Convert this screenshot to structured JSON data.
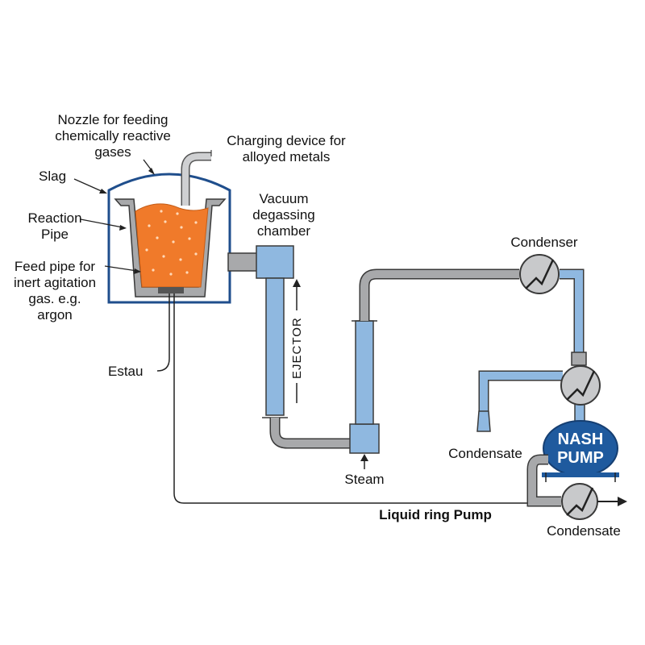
{
  "colors": {
    "vessel_outline": "#1f4e8c",
    "pipe_gray": "#a8a9ab",
    "pipe_blue": "#8fb8e0",
    "pipe_edge": "#3a3a3a",
    "melt_orange": "#f07a2a",
    "pump_blue": "#1f5a9e",
    "text": "#111111"
  },
  "labels": {
    "nozzle": [
      "Nozzle for feeding",
      "chemically reactive",
      "gases"
    ],
    "charging": [
      "Charging device for",
      "alloyed metals"
    ],
    "slag": "Slag",
    "reaction_pipe": [
      "Reaction",
      "Pipe"
    ],
    "feed_pipe": [
      "Feed pipe for",
      "inert agitation",
      "gas. e.g.",
      "argon"
    ],
    "estau": "Estau",
    "vacuum_chamber": [
      "Vacuum",
      "degassing",
      "chamber"
    ],
    "ejector": "EJECTOR",
    "steam": "Steam",
    "condenser": "Condenser",
    "condensate_left": "Condensate",
    "condensate_bottom": "Condensate",
    "pump": [
      "NASH",
      "PUMP"
    ],
    "liquid_ring": "Liquid ring Pump"
  },
  "icons": {
    "heat_exchanger": "heat-exchanger-icon",
    "arrow": "arrow-icon"
  }
}
